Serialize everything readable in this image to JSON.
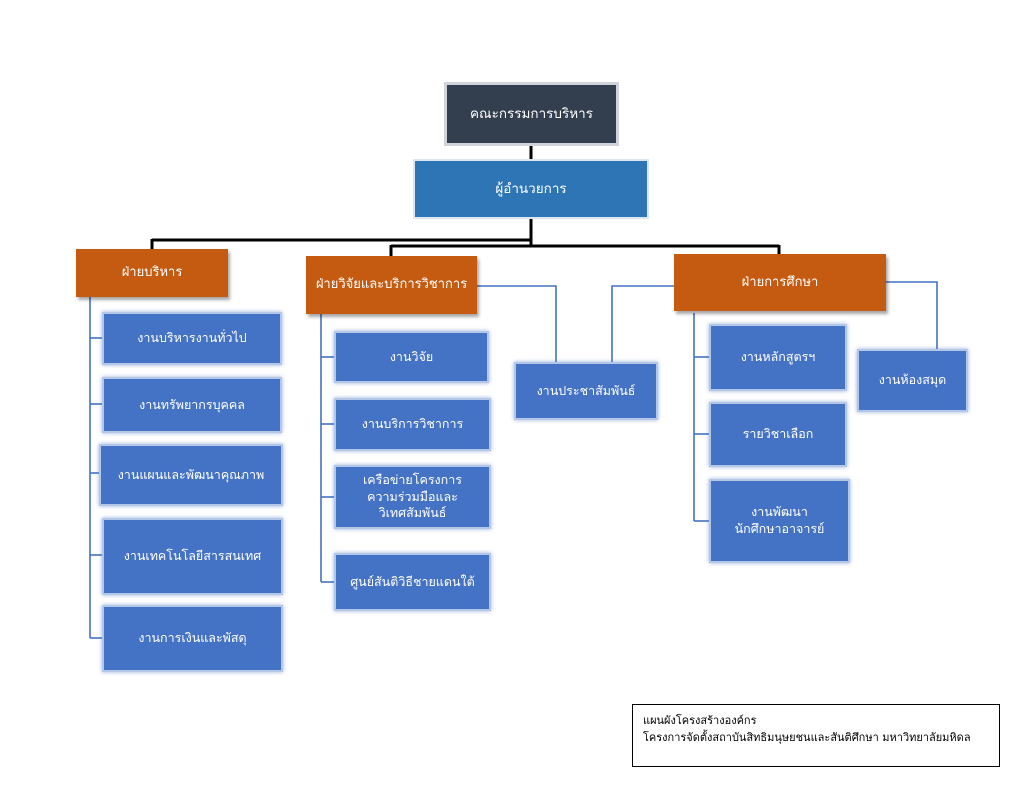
{
  "org": {
    "board": "คณะกรรมการบริหาร",
    "director": "ผู้อำนวยการ",
    "divisions": [
      {
        "name": "ฝ่ายบริหาร",
        "units": [
          "งานบริหารงานทั่วไป",
          "งานทรัพยากรบุคคล",
          "งานแผนและพัฒนาคุณภาพ",
          "งานเทคโนโลยีสารสนเทศ",
          "งานการเงินและพัสดุ"
        ]
      },
      {
        "name": "ฝ่ายวิจัยและบริการวิชาการ",
        "units": [
          "งานวิจัย",
          "งานบริการวิชาการ",
          "เครือข่ายโครงการความร่วมมือและวิเทศสัมพันธ์",
          "ศูนย์สันติวิธีชายแดนใต้"
        ]
      },
      {
        "name": "ฝ่ายการศึกษา",
        "units": [
          "งานหลักสูตรฯ",
          "รายวิชาเลือก",
          "งานพัฒนานักศึกษาอาจารย์"
        ],
        "side_unit": "งานห้องสมุด"
      }
    ],
    "shared_unit": "งานประชาสัมพันธ์"
  },
  "caption": {
    "line1": "แผนผังโครงสร้างองค์กร",
    "line2": "โครงการจัดตั้งสถาบันสิทธิมนุษยชนและสันติศึกษา มหาวิทยาลัยมหิดล"
  },
  "colors": {
    "board": "#333f4f",
    "director": "#2e75b6",
    "division": "#c55a11",
    "unit": "#4472c4",
    "connector_main": "#000000",
    "connector_unit": "#4472c4"
  }
}
